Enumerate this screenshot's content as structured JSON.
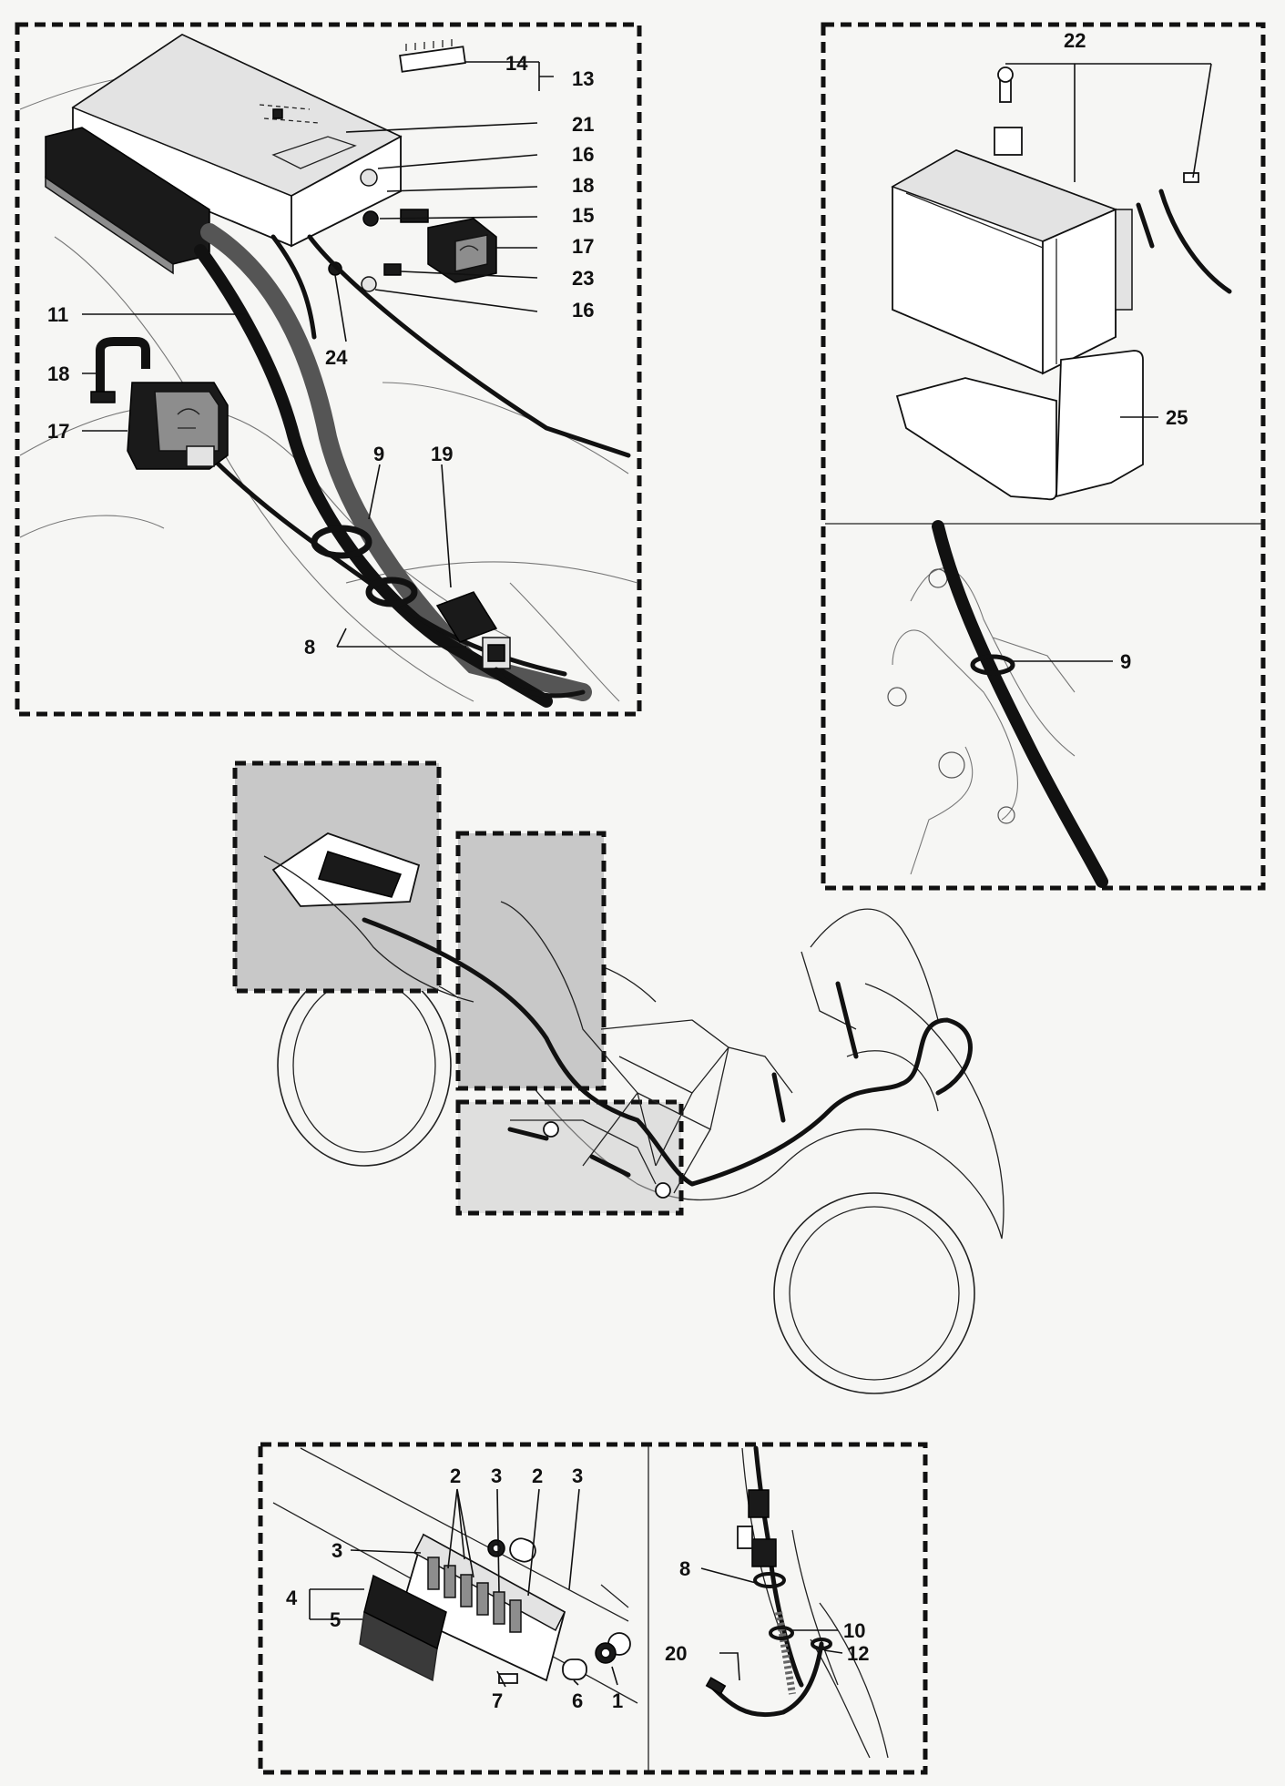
{
  "callouts": {
    "top_left": [
      "14",
      "13",
      "21",
      "16",
      "18",
      "15",
      "17",
      "23",
      "16",
      "11",
      "24",
      "18",
      "17",
      "9",
      "19",
      "8"
    ],
    "battery": [
      "22",
      "25"
    ],
    "frame_clip": [
      "9"
    ],
    "fuse_box": [
      "2",
      "3",
      "2",
      "3",
      "3",
      "4",
      "5",
      "7",
      "6",
      "1"
    ],
    "harness_detail": [
      "8",
      "10",
      "12",
      "20"
    ]
  },
  "colors": {
    "border": "#111111",
    "line": "#111111",
    "screen_tone": "#c8c8c8",
    "background": "#f6f6f4"
  }
}
